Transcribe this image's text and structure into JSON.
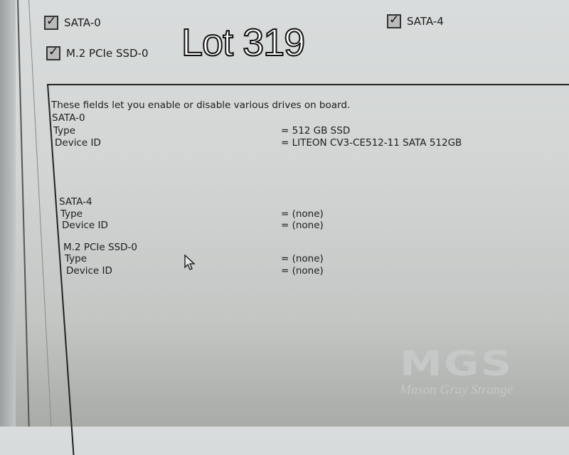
{
  "drives_checkboxes": [
    {
      "label": "SATA-0",
      "checked": true
    },
    {
      "label": "SATA-4",
      "checked": true
    },
    {
      "label": "M.2 PCIe SSD-0",
      "checked": true
    }
  ],
  "info": {
    "description": "These fields let you enable or disable various drives on board.",
    "drives": [
      {
        "name": "SATA-0",
        "type_label": "Type",
        "type_value": "= 512 GB SSD",
        "id_label": "Device ID",
        "id_value": "= LITEON CV3-CE512-11 SATA 512GB"
      },
      {
        "name": "SATA-4",
        "type_label": "Type",
        "type_value": "= (none)",
        "id_label": "Device ID",
        "id_value": "= (none)"
      },
      {
        "name": "M.2 PCIe SSD-0",
        "type_label": "Type",
        "type_value": "= (none)",
        "id_label": "Device ID",
        "id_value": "= (none)"
      }
    ]
  },
  "overlay": {
    "lot": "Lot 319",
    "logo": "MGS",
    "logo_sub": "Mason Gray Strange"
  }
}
